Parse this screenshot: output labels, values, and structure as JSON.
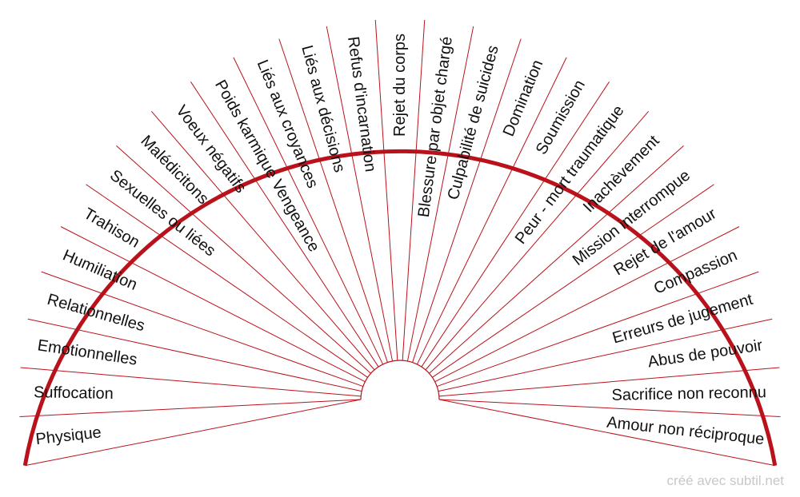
{
  "dial": {
    "colors": {
      "line": "#b9121b",
      "text": "#111111"
    },
    "segments": [
      "Physique",
      "Suffocation",
      "Emotionnelles",
      "Relationnelles",
      "Humiliation",
      "Trahison",
      "Sexuelles ou liées",
      "Malédicitons",
      "Voeux négatifs",
      "Poids karmique Vengeance",
      "Liés aux croyances",
      "Liés aux décisions",
      "Refus d'incarnation",
      "Rejet du corps",
      "Blessure par objet chargé",
      "Culpabilité de suicides",
      "Domination",
      "Soumission",
      "Peur - mort traumatique",
      "Inachèvement",
      "Mission interrompue",
      "Rejet de l'amour",
      "Compassion",
      "Erreurs de jugement",
      "Abus de pouvoir",
      "Sacrifice non reconnu",
      "Amour non réciproque"
    ]
  },
  "credit": "créé avec subtil.net"
}
